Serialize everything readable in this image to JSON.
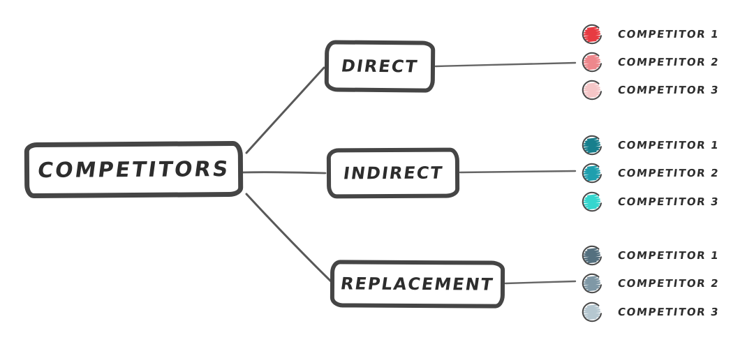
{
  "root": {
    "label": "COMPETITORS"
  },
  "branches": [
    {
      "label": "DIRECT",
      "children": [
        {
          "label": "COMPETITOR 1",
          "color": "#e73b42"
        },
        {
          "label": "COMPETITOR 2",
          "color": "#ee878c"
        },
        {
          "label": "COMPETITOR 3",
          "color": "#f5c6c7"
        }
      ]
    },
    {
      "label": "INDIRECT",
      "children": [
        {
          "label": "COMPETITOR 1",
          "color": "#177f8d"
        },
        {
          "label": "COMPETITOR 2",
          "color": "#1f9fae"
        },
        {
          "label": "COMPETITOR 3",
          "color": "#35d6ce"
        }
      ]
    },
    {
      "label": "REPLACEMENT",
      "children": [
        {
          "label": "COMPETITOR 1",
          "color": "#54707f"
        },
        {
          "label": "COMPETITOR 2",
          "color": "#7f98a6"
        },
        {
          "label": "COMPETITOR 3",
          "color": "#b5c7d0"
        }
      ]
    }
  ],
  "colors": {
    "line": "#4a4a4a",
    "border": "#454545",
    "text": "#2d2d2d",
    "background": "#ffffff"
  }
}
